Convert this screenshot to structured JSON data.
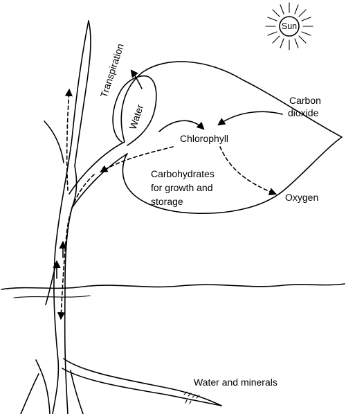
{
  "labels": {
    "sun": "Sun",
    "transpiration": "Transpiration",
    "water": "Water",
    "carbon_dioxide_line1": "Carbon",
    "carbon_dioxide_line2": "dioxide",
    "chlorophyll": "Chlorophyll",
    "carbohydrates_line1": "Carbohydrates",
    "carbohydrates_line2": "for growth and",
    "carbohydrates_line3": "storage",
    "oxygen": "Oxygen",
    "water_and_minerals": "Water and minerals"
  }
}
